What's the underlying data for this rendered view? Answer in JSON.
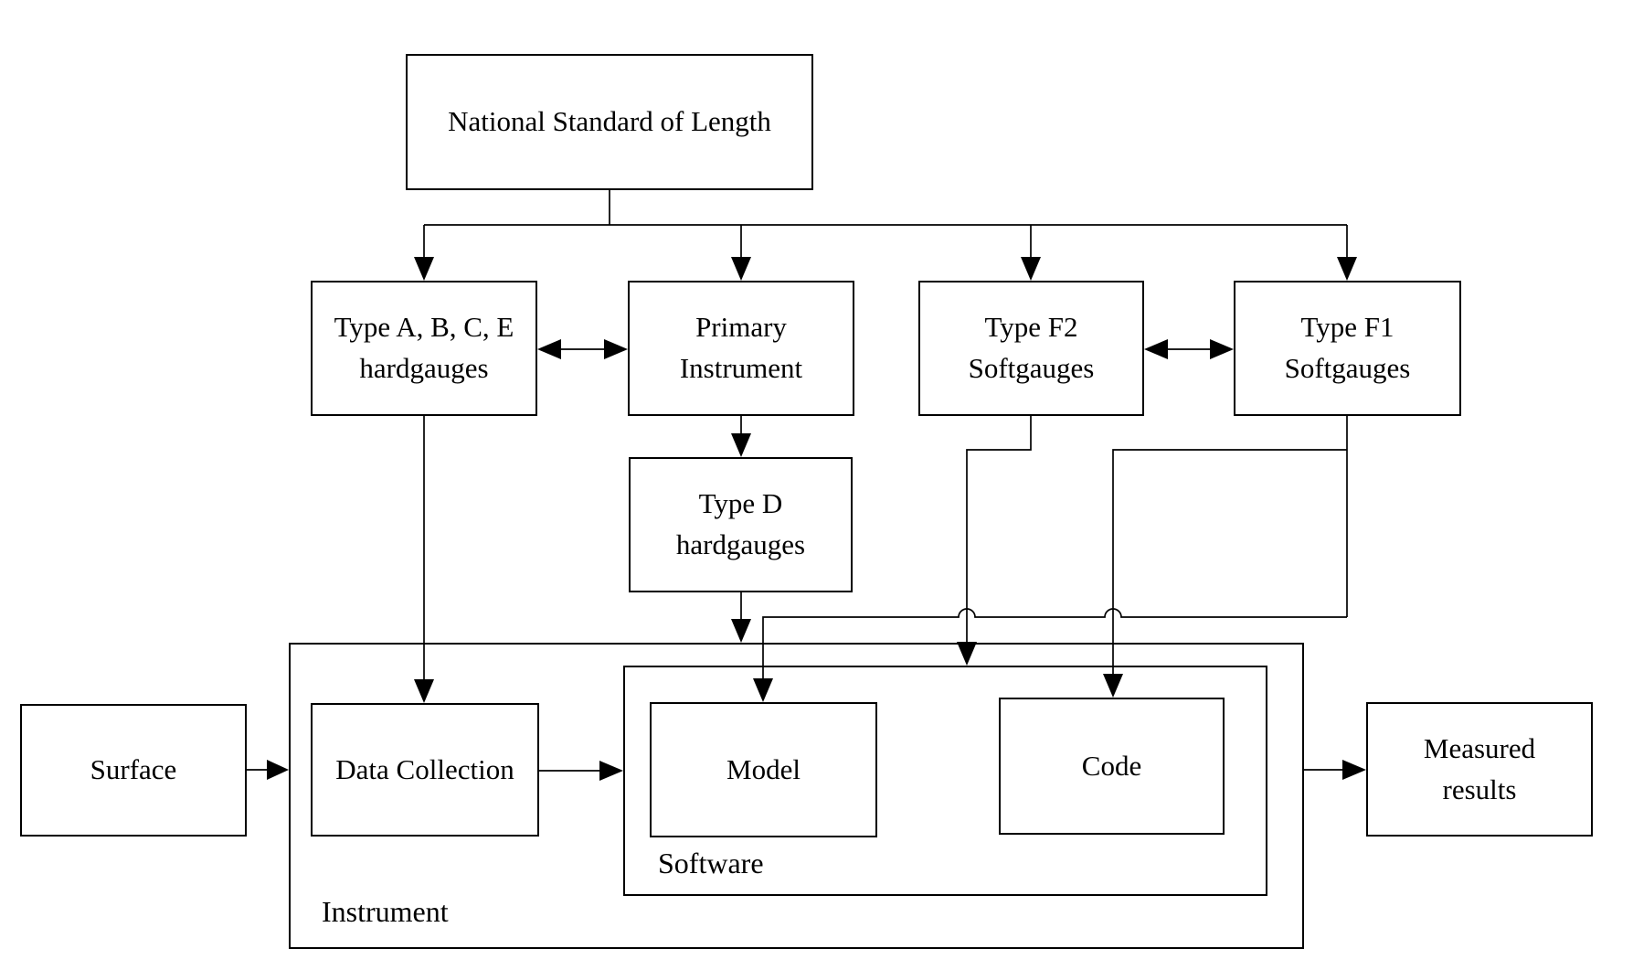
{
  "nodes": {
    "national": "National Standard of Length",
    "type_abce": "Type A, B, C, E\nhardgauges",
    "primary": "Primary\nInstrument",
    "type_f2": "Type F2\nSoftgauges",
    "type_f1": "Type F1\nSoftgauges",
    "type_d": "Type D\nhardgauges",
    "surface": "Surface",
    "data_collection": "Data Collection",
    "model": "Model",
    "code": "Code",
    "measured": "Measured\nresults"
  },
  "containers": {
    "instrument": "Instrument",
    "software": "Software"
  },
  "edges": [
    {
      "from": "national-standard",
      "to": "type-abce-hardgauges",
      "type": "arrow"
    },
    {
      "from": "national-standard",
      "to": "primary-instrument",
      "type": "arrow"
    },
    {
      "from": "national-standard",
      "to": "type-f2-softgauges",
      "type": "arrow"
    },
    {
      "from": "national-standard",
      "to": "type-f1-softgauges",
      "type": "arrow"
    },
    {
      "from": "type-abce-hardgauges",
      "to": "primary-instrument",
      "type": "double-arrow"
    },
    {
      "from": "type-f2-softgauges",
      "to": "type-f1-softgauges",
      "type": "double-arrow"
    },
    {
      "from": "primary-instrument",
      "to": "type-d-hardgauges",
      "type": "arrow"
    },
    {
      "from": "type-abce-hardgauges",
      "to": "data-collection",
      "type": "arrow"
    },
    {
      "from": "type-d-hardgauges",
      "to": "instrument-container",
      "type": "arrow"
    },
    {
      "from": "type-f2-softgauges",
      "to": "software-container",
      "type": "arrow"
    },
    {
      "from": "type-f1-softgauges",
      "to": "code",
      "type": "arrow"
    },
    {
      "from": "type-f1-softgauges",
      "to": "model",
      "type": "arrow"
    },
    {
      "from": "surface",
      "to": "instrument-container",
      "type": "arrow"
    },
    {
      "from": "data-collection",
      "to": "software-container",
      "type": "arrow"
    },
    {
      "from": "instrument-container",
      "to": "measured-results",
      "type": "arrow"
    }
  ],
  "colors": {
    "line": "#000000",
    "text": "#000000",
    "background": "#ffffff"
  }
}
